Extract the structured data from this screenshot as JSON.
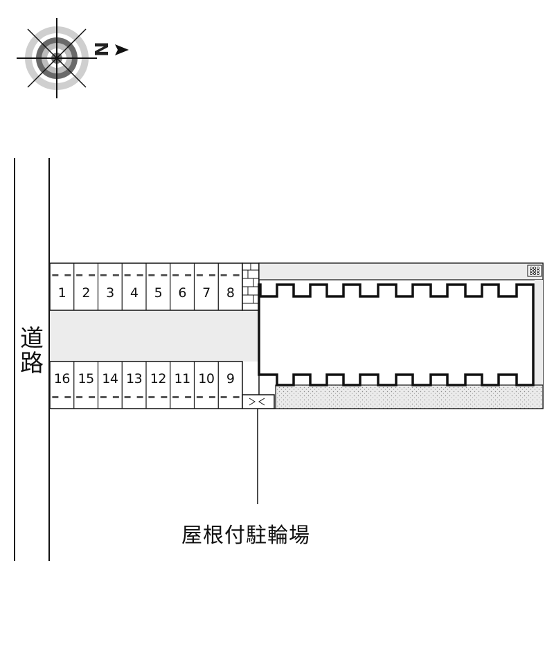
{
  "compass": {
    "icon": "compass-rose-icon",
    "north_letter": "N",
    "north_direction": "right"
  },
  "road": {
    "label_top": "道",
    "label_bottom": "路"
  },
  "parking": {
    "top_row": [
      "1",
      "2",
      "3",
      "4",
      "5",
      "6",
      "7",
      "8"
    ],
    "bottom_row": [
      "16",
      "15",
      "14",
      "13",
      "12",
      "11",
      "10",
      "9"
    ]
  },
  "bicycle_parking": {
    "label": "屋根付駐輪場"
  },
  "colors": {
    "line": "#111111",
    "lot_fill": "#ececec",
    "gravel_fill": "#e9e9e9",
    "building_fill": "#ffffff"
  }
}
